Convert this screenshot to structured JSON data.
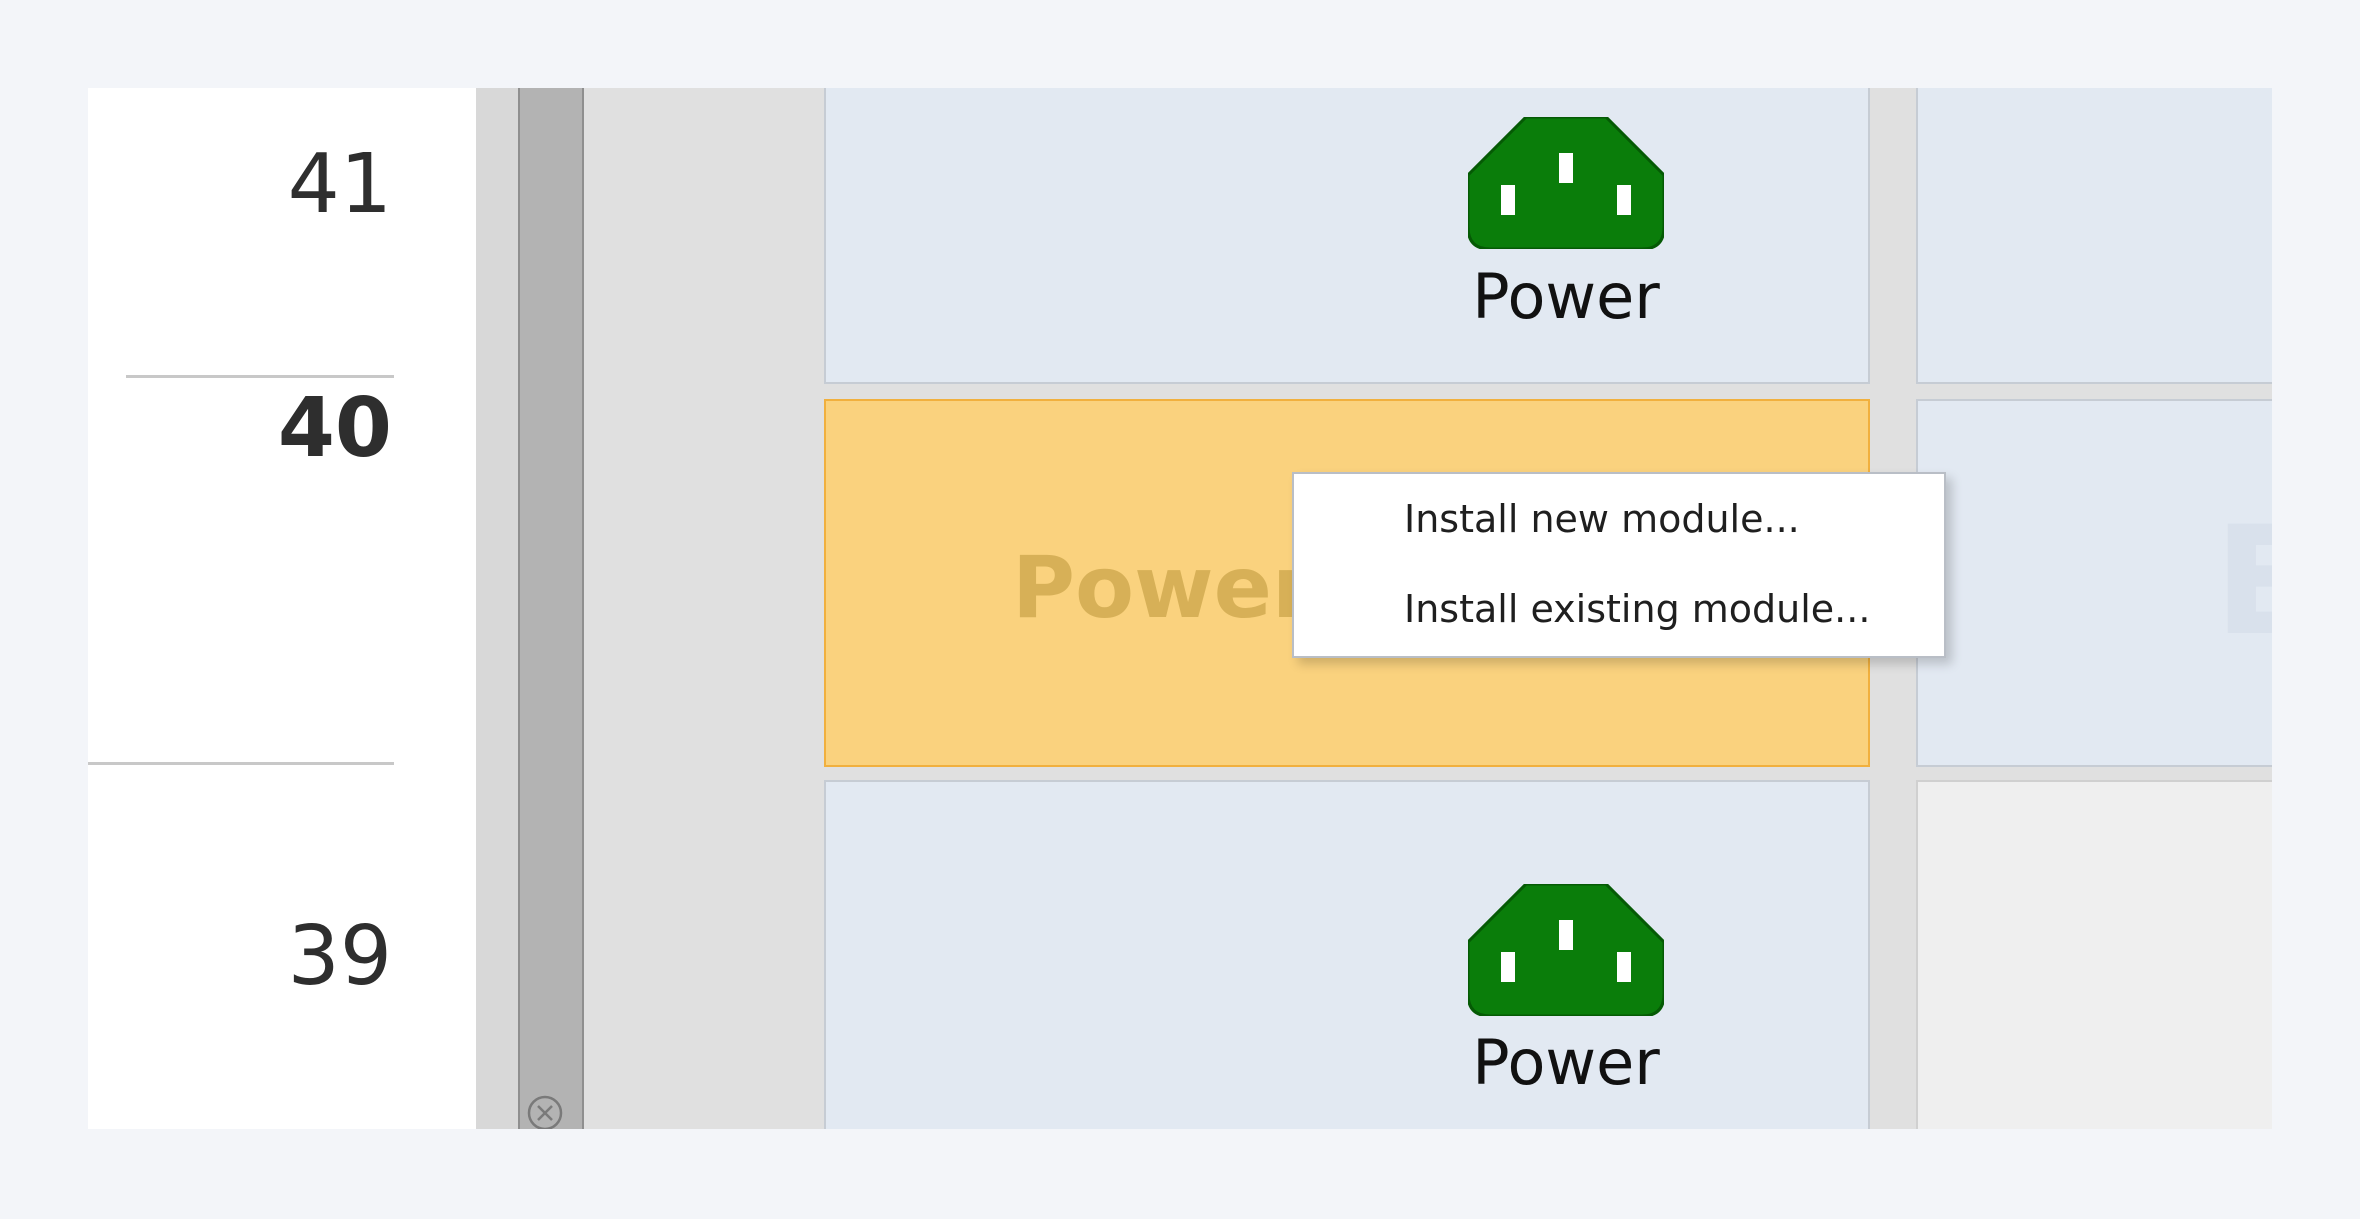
{
  "rack": {
    "rows": [
      {
        "number": "41",
        "current": false
      },
      {
        "number": "40",
        "current": true
      },
      {
        "number": "39",
        "current": false
      }
    ],
    "slots": {
      "row41_main": {
        "label": "Power",
        "icon": "power-plug-icon"
      },
      "row40_main": {
        "ghost_label": "Power"
      },
      "row40_side": {
        "ghost_letter": "E"
      },
      "row39_main": {
        "label": "Power",
        "icon": "power-plug-icon"
      }
    }
  },
  "context_menu": {
    "items": [
      {
        "label": "Install new module..."
      },
      {
        "label": "Install existing module..."
      }
    ]
  },
  "colors": {
    "power_icon": "#0a7d0a",
    "highlight": "#fad27e",
    "slot_filled": "#e2e9f2",
    "slot_empty": "#efefef"
  }
}
